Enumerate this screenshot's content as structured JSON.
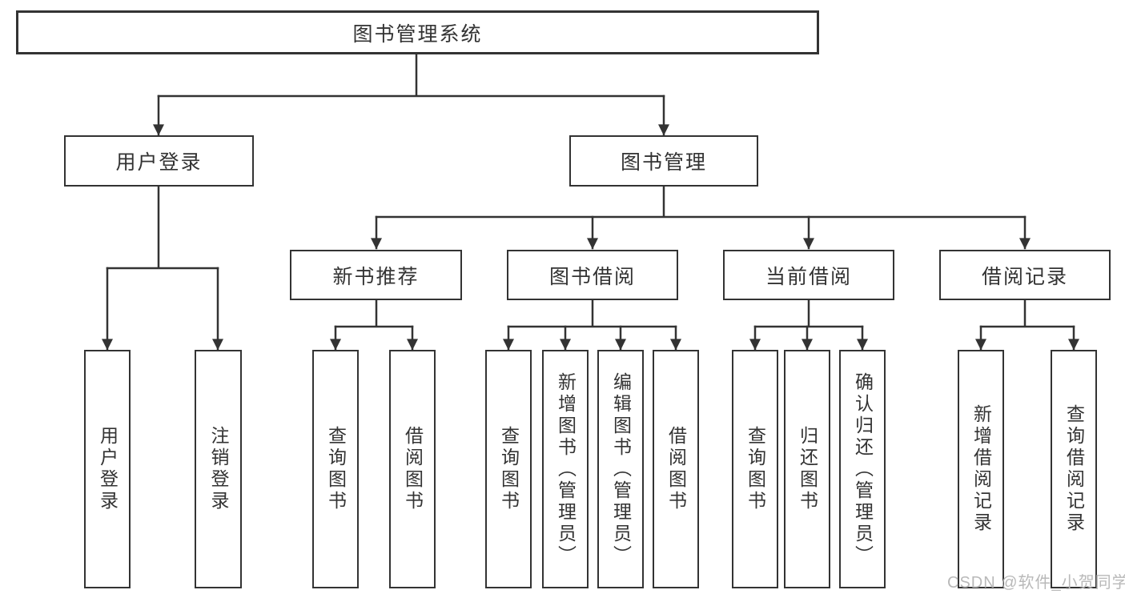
{
  "diagram": {
    "root": {
      "label": "图书管理系统"
    },
    "level2": [
      {
        "label": "用户登录"
      },
      {
        "label": "图书管理"
      }
    ],
    "level3": [
      {
        "label": "新书推荐"
      },
      {
        "label": "图书借阅"
      },
      {
        "label": "当前借阅"
      },
      {
        "label": "借阅记录"
      }
    ],
    "leaves": [
      {
        "label": "用户登录"
      },
      {
        "label": "注销登录"
      },
      {
        "label": "查询图书"
      },
      {
        "label": "借阅图书"
      },
      {
        "label": "查询图书"
      },
      {
        "label": "新增图书（管理员）"
      },
      {
        "label": "编辑图书（管理员）"
      },
      {
        "label": "借阅图书"
      },
      {
        "label": "查询图书"
      },
      {
        "label": "归还图书"
      },
      {
        "label": "确认归还（管理员）"
      },
      {
        "label": "新增借阅记录"
      },
      {
        "label": "查询借阅记录"
      }
    ],
    "watermark": "CSDN @软件_小贺同学",
    "colors": {
      "line": "#333333",
      "text": "#333333",
      "watermark": "#b9b9b9",
      "background": "#ffffff"
    }
  }
}
